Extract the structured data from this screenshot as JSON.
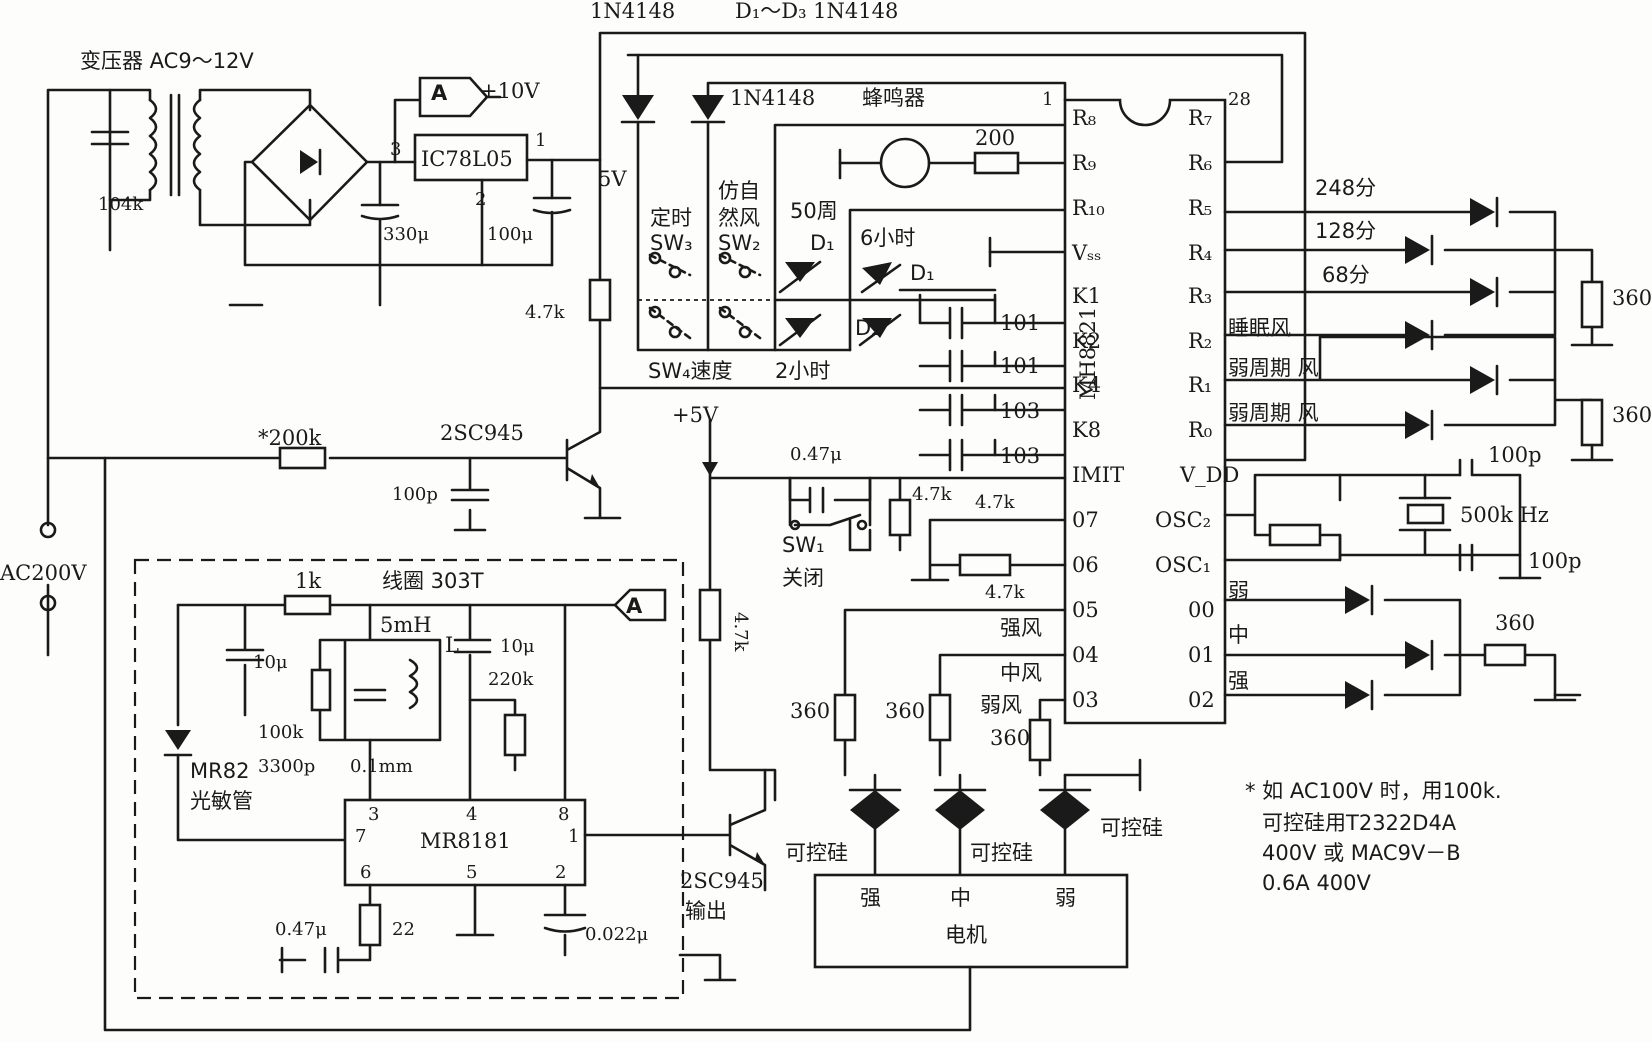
{
  "labels": {
    "transformer": "变压器 AC9～12V",
    "cap_104k": "104k",
    "plus10v": "+10V",
    "block_a": "A",
    "regulator": "IC78L05",
    "pin3": "3",
    "pin1": "1",
    "pin2": "2",
    "cap_330u": "330μ",
    "cap_100u": "100μ",
    "plus5v_top": "5V",
    "diode_top": "1N4148",
    "diodes_range": "D₁～D₃ 1N4148",
    "diode_b": "1N4148",
    "buzzer": "蜂鸣器",
    "ic_pin1": "1",
    "ic_pin28": "28",
    "res_200": "200",
    "timer": "定时",
    "sw3": "SW₃",
    "natural1": "仿自",
    "natural2": "然风",
    "sw2": "SW₂",
    "cycle50": "50周",
    "d1a": "D₁",
    "six_hours": "6小时",
    "d1b": "D₁",
    "d2": "D₂",
    "sw4_speed": "SW₄速度",
    "two_hours": "2小时",
    "res_4_7k_top": "4.7k",
    "cap_101a": "101",
    "cap_101b": "101",
    "cap_103a": "103",
    "cap_103b": "103",
    "res_360": "360",
    "cap_100p": "100p",
    "crystal": "500k Hz",
    "plus5v_mid": "+5V",
    "cap_047u": "0.47μ",
    "sw1": "SW₁",
    "close": "关闭",
    "res_4_7k": "4.7k",
    "strong_wind": "强风",
    "mid_wind": "中风",
    "weak_wind": "弱风",
    "scr": "可控硅",
    "ac200v": "AC200V",
    "res_200k": "*200k",
    "transistor": "2SC945",
    "res_1k": "1k",
    "coil": "线圈 303T",
    "inductor": "5mH",
    "l": "L",
    "cap_10u": "10μ",
    "res_220k": "220k",
    "res_100k": "100k",
    "cap_3300p": "3300p",
    "wire": "0.1mm",
    "mr82": "MR82",
    "photo_tube": "光敏管",
    "res_22": "22",
    "cap_0022u": "0.022μ",
    "res_4_7k_v": "4.7k",
    "output": "输出"
  },
  "ic": {
    "name": "MH8821",
    "left": [
      "R₈",
      "R₉",
      "R₁₀",
      "Vₛₛ",
      "K1",
      "K2",
      "K4",
      "K8",
      "IMIT",
      "07",
      "06",
      "05",
      "04",
      "03"
    ],
    "right": [
      "R₇",
      "R₆",
      "R₅",
      "R₄",
      "R₃",
      "R₂",
      "R₁",
      "R₀",
      "V_DD",
      "OSC₂",
      "OSC₁",
      "00",
      "01",
      "02"
    ]
  },
  "leds": {
    "l248": "248分",
    "l128": "128分",
    "l68": "68分",
    "sleep": "睡眠风",
    "weak1": "弱周期 风",
    "weak2": "弱周期 风",
    "weak": "弱",
    "mid": "中",
    "strong": "强"
  },
  "motor": {
    "label": "电机",
    "strong": "强",
    "mid": "中",
    "weak": "弱"
  },
  "mr8181": {
    "name": "MR8181",
    "p1": "1",
    "p2": "2",
    "p3": "3",
    "p4": "4",
    "p5": "5",
    "p6": "6",
    "p7": "7",
    "p8": "8"
  },
  "notes": [
    "* 如 AC100V 时，用100k.",
    "可控硅用T2322D4A",
    "400V 或 MAC9V－B",
    "0.6A 400V"
  ]
}
